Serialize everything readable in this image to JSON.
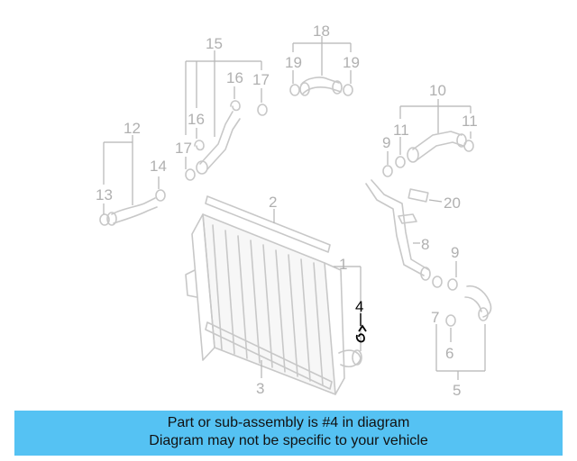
{
  "callouts": [
    "1",
    "2",
    "3",
    "4",
    "5",
    "6",
    "7",
    "8",
    "9",
    "9",
    "10",
    "11",
    "11",
    "12",
    "13",
    "14",
    "15",
    "16",
    "16",
    "17",
    "17",
    "18",
    "19",
    "19",
    "20"
  ],
  "highlighted_part": "4",
  "banner": {
    "line1": "Part or sub-assembly is #4 in diagram",
    "line2": "Diagram may not be specific to your vehicle",
    "color": "#55c2f3"
  }
}
